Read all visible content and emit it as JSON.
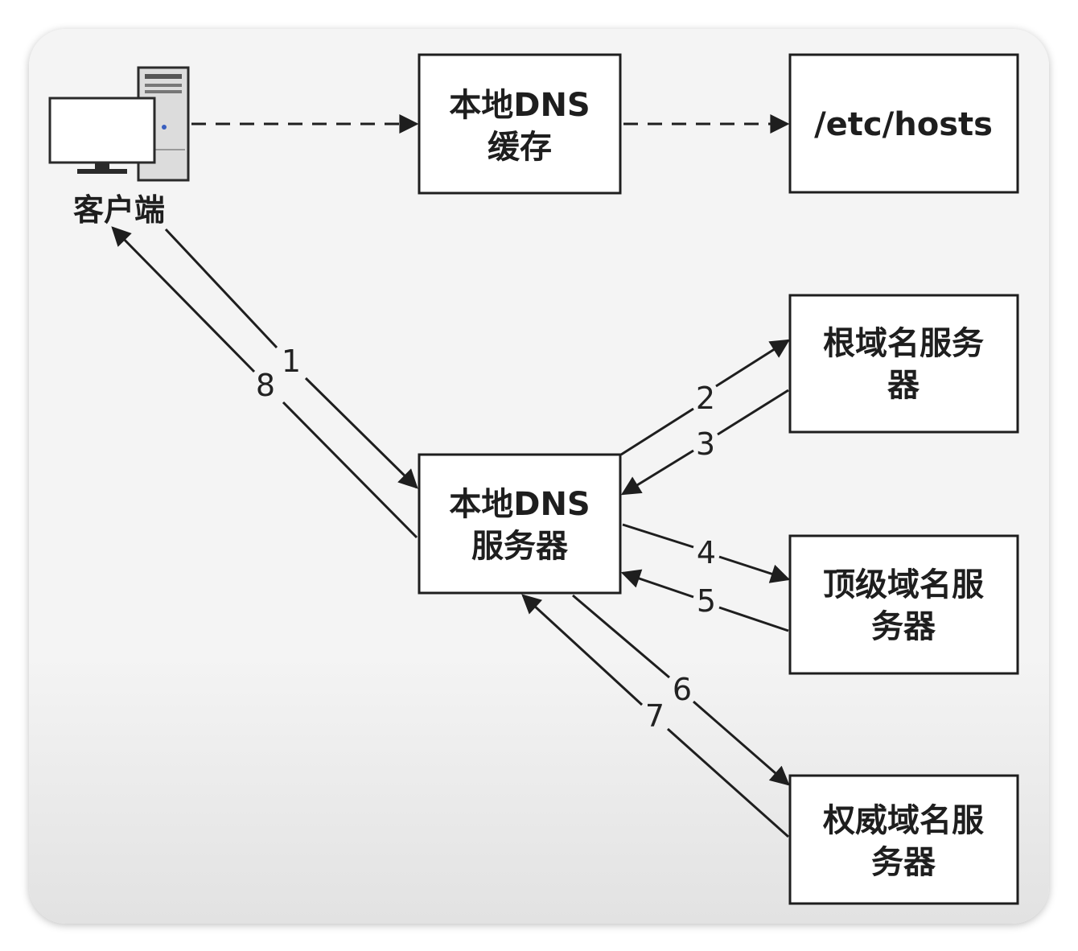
{
  "client": {
    "label": "客户端",
    "icon": "desktop-computer-icon"
  },
  "nodes": {
    "local_cache": {
      "line1": "本地DNS",
      "line2": "缓存"
    },
    "hosts_file": {
      "line1": "/etc/hosts"
    },
    "local_server": {
      "line1": "本地DNS",
      "line2": "服务器"
    },
    "root_server": {
      "line1": "根域名服务",
      "line2": "器"
    },
    "tld_server": {
      "line1": "顶级域名服",
      "line2": "务器"
    },
    "auth_server": {
      "line1": "权威域名服",
      "line2": "务器"
    }
  },
  "edges": {
    "step1": "1",
    "step2": "2",
    "step3": "3",
    "step4": "4",
    "step5": "5",
    "step6": "6",
    "step7": "7",
    "step8": "8"
  },
  "colors": {
    "line": "#1e1e1e",
    "box_fill": "#ffffff",
    "background": "#f4f4f4"
  }
}
